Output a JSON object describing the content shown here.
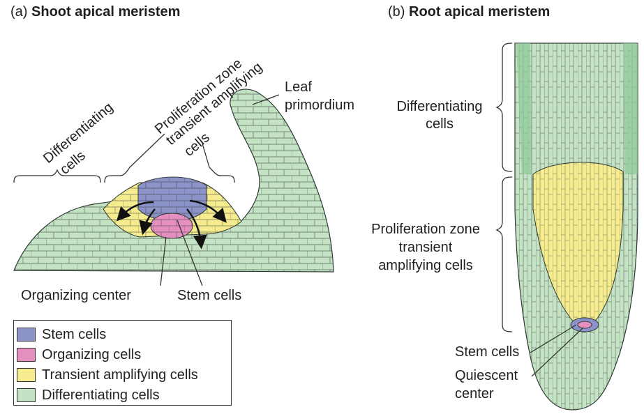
{
  "panel_a": {
    "letter": "(a)",
    "title": "Shoot apical meristem",
    "label_differentiating_1": "Differentiating",
    "label_differentiating_2": "cells",
    "label_prolif_1": "Proliferation zone",
    "label_prolif_2": "transient amplifying",
    "label_prolif_3": "cells",
    "label_leaf_1": "Leaf",
    "label_leaf_2": "primordium",
    "label_organizing_center": "Organizing center",
    "label_stem_cells": "Stem cells"
  },
  "panel_b": {
    "letter": "(b)",
    "title": "Root apical meristem",
    "label_differentiating_1": "Differentiating",
    "label_differentiating_2": "cells",
    "label_prolif_1": "Proliferation zone",
    "label_prolif_2": "transient",
    "label_prolif_3": "amplifying cells",
    "label_stem_cells": "Stem cells",
    "label_quiescent_1": "Quiescent",
    "label_quiescent_2": "center"
  },
  "legend": {
    "items": [
      {
        "label": "Stem cells",
        "color": "#8c93c9"
      },
      {
        "label": "Organizing cells",
        "color": "#e58fc0"
      },
      {
        "label": "Transient amplifying cells",
        "color": "#f6ec8f"
      },
      {
        "label": "Differentiating cells",
        "color": "#c4e3c4"
      }
    ]
  },
  "colors": {
    "stem": "#8c93c9",
    "organizing": "#e58fc0",
    "transient": "#f6ec8f",
    "differentiating": "#c4e3c4",
    "differentiating_dark": "#8fc89a",
    "cell_wall": "#2e3a33"
  }
}
